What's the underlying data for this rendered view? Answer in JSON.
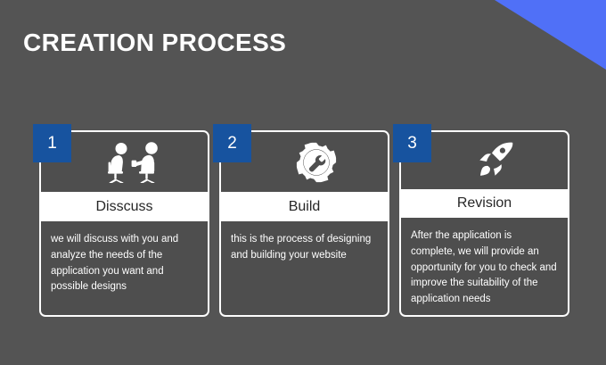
{
  "slide": {
    "title": "CREATION PROCESS",
    "background_color": "#545454",
    "accent_blue": "#5070f7",
    "badge_blue": "#17539f",
    "title_bar_color": "#ffffff"
  },
  "cards": [
    {
      "number": "1",
      "icon": "two-people-meeting-icon",
      "title": "Disscuss",
      "body": "we will discuss with you and analyze the needs of the application you want and possible designs"
    },
    {
      "number": "2",
      "icon": "gear-wrench-icon",
      "title": "Build",
      "body": "this is the process of designing and building your website"
    },
    {
      "number": "3",
      "icon": "rocket-icon",
      "title": "Revision",
      "body": "After the application is complete, we will provide an opportunity for you to check and improve the suitability of the application needs"
    }
  ]
}
